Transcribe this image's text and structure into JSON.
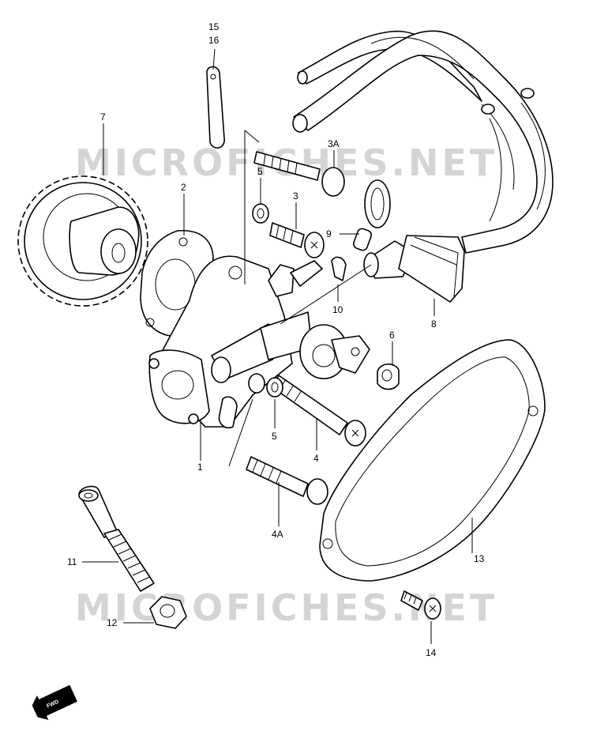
{
  "watermark": {
    "top": "MICROFICHES.NET",
    "bottom": "MICROFICHES.NET",
    "color": "#d4d4d4"
  },
  "labels": [
    {
      "id": "15",
      "text": "15"
    },
    {
      "id": "16",
      "text": "16"
    },
    {
      "id": "7",
      "text": "7"
    },
    {
      "id": "3A",
      "text": "3A"
    },
    {
      "id": "2",
      "text": "2"
    },
    {
      "id": "5a",
      "text": "5"
    },
    {
      "id": "3",
      "text": "3"
    },
    {
      "id": "9",
      "text": "9"
    },
    {
      "id": "10",
      "text": "10"
    },
    {
      "id": "8",
      "text": "8"
    },
    {
      "id": "6",
      "text": "6"
    },
    {
      "id": "5b",
      "text": "5"
    },
    {
      "id": "4",
      "text": "4"
    },
    {
      "id": "1",
      "text": "1"
    },
    {
      "id": "4A",
      "text": "4A"
    },
    {
      "id": "13",
      "text": "13"
    },
    {
      "id": "11",
      "text": "11"
    },
    {
      "id": "12",
      "text": "12"
    },
    {
      "id": "14",
      "text": "14"
    }
  ],
  "fwd_badge": "FWD"
}
